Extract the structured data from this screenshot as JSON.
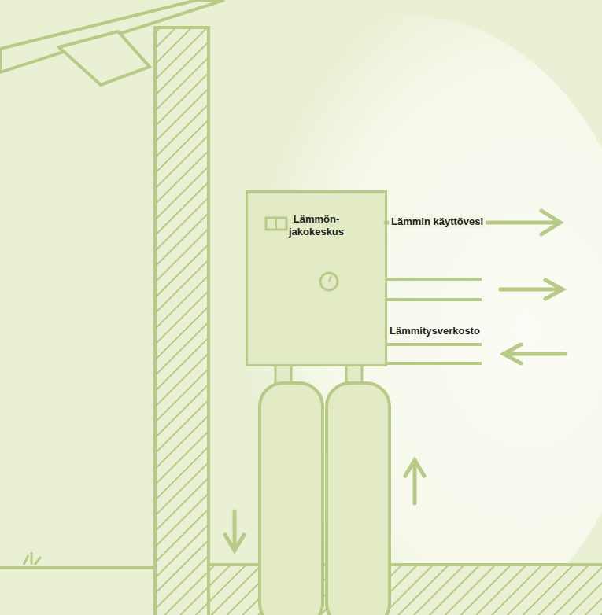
{
  "diagram": {
    "nodes": [
      {
        "text": [
          "Lämmön- jakokeskus"
        ]
      }
    ],
    "labels": [
      "Lämmin käyttövesi",
      "Lämmitysverkosto"
    ]
  }
}
